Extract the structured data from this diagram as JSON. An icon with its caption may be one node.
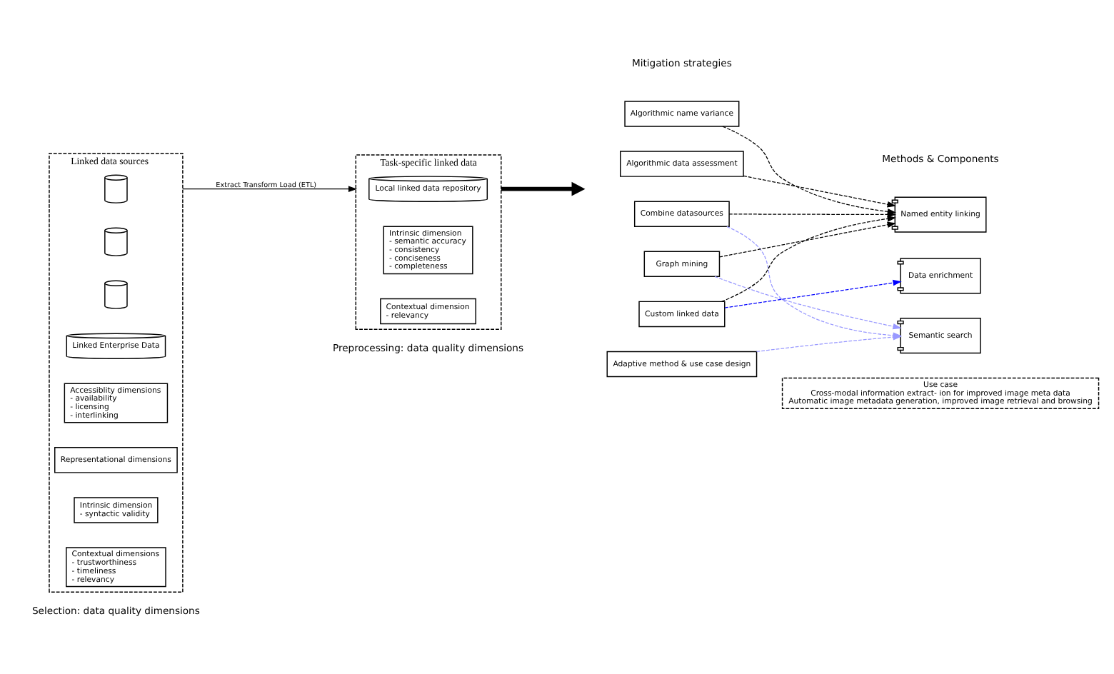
{
  "diagram": {
    "nodes": [
      {
        "text": [
          "Linked data sources"
        ]
      },
      {
        "text": [],
        "shape": "cylinder",
        "in": 0
      },
      {
        "text": [],
        "shape": "cylinder",
        "in": 0
      },
      {
        "text": [],
        "shape": "cylinder",
        "in": 0
      },
      {
        "text": [
          "Linked Enterprise Data"
        ],
        "in": 0
      },
      {
        "text": [
          "Accessiblity dimensions",
          "- availability",
          "- licensing",
          "- interlinking"
        ],
        "in": 0
      },
      {
        "text": [
          "Representational dimensions"
        ],
        "in": 0
      },
      {
        "text": [
          "Intrinsic dimension",
          "- syntactic validity"
        ],
        "in": 0
      },
      {
        "text": [
          "Contextual dimensions",
          "- trustworthiness",
          "- timeliness",
          "- relevancy"
        ],
        "in": 0
      },
      {
        "text": [
          "Task-specific linked data"
        ]
      },
      {
        "text": [
          "Local linked data repository"
        ],
        "in": 9
      },
      {
        "text": [
          "Intrinsic dimension",
          "- semantic accuracy",
          "- consistency",
          "- conciseness",
          "- completeness"
        ],
        "in": 9
      },
      {
        "text": [
          "Contextual dimension",
          "- relevancy"
        ],
        "in": 9
      },
      {
        "text": [
          "Algorithmic name variance"
        ]
      },
      {
        "text": [
          "Algorithmic data assessment"
        ]
      },
      {
        "text": [
          "Combine datasources"
        ]
      },
      {
        "text": [
          "Graph mining"
        ]
      },
      {
        "text": [
          "Custom linked data"
        ]
      },
      {
        "text": [
          "Adaptive method & use case design"
        ]
      },
      {
        "text": [
          "Named entity linking"
        ]
      },
      {
        "text": [
          "Data enrichment"
        ]
      },
      {
        "text": [
          "Semantic search"
        ]
      },
      {
        "text": [
          "Use case",
          "Cross-modal information extract- ion for improved image meta data",
          "Automatic image metadata generation, improved image retrieval and browsing"
        ]
      }
    ],
    "edges": [
      {
        "from": 0,
        "to": 9,
        "arrow": "to",
        "label": "Extract Transform Load (ETL)"
      },
      {
        "from": 9,
        "to": null,
        "arrow": "to",
        "style": "thick"
      },
      {
        "from": 13,
        "to": 19,
        "arrow": "to",
        "style": "dashed"
      },
      {
        "from": 14,
        "to": 19,
        "arrow": "to",
        "style": "dashed"
      },
      {
        "from": 15,
        "to": 19,
        "arrow": "to",
        "style": "dashed"
      },
      {
        "from": 16,
        "to": 19,
        "arrow": "to",
        "style": "dashed"
      },
      {
        "from": 17,
        "to": 19,
        "arrow": "to",
        "style": "dashed"
      },
      {
        "from": 17,
        "to": 20,
        "arrow": "to",
        "style": "dashed",
        "color": "#0000ff"
      },
      {
        "from": 15,
        "to": 21,
        "arrow": "to",
        "style": "dashed",
        "color": "#9999ff"
      },
      {
        "from": 16,
        "to": 21,
        "arrow": "to",
        "style": "dashed",
        "color": "#9999ff"
      },
      {
        "from": 18,
        "to": 21,
        "arrow": "to",
        "style": "dashed",
        "color": "#9999ff"
      }
    ],
    "labels": [
      "Selection: data quality dimensions",
      "Preprocessing: data quality dimensions",
      "Mitigation strategies",
      "Methods & Components"
    ]
  }
}
